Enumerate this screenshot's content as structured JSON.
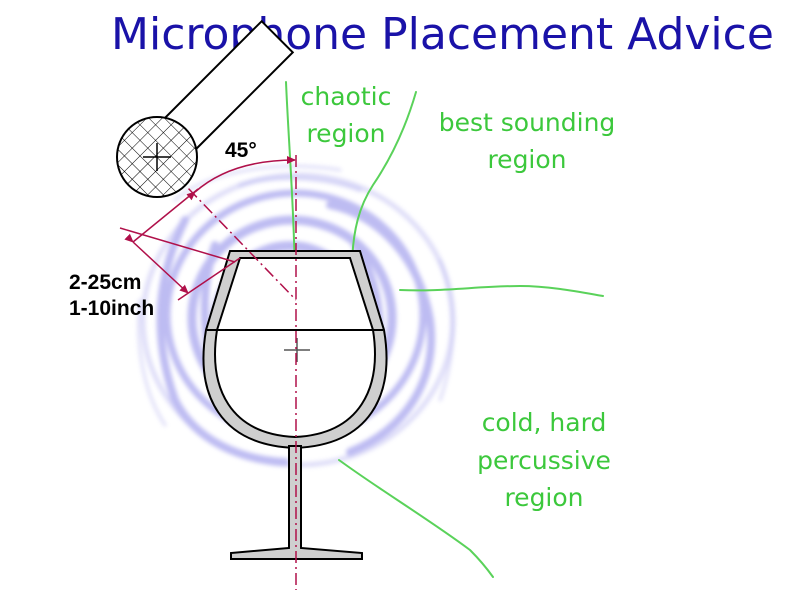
{
  "title": "Microphone Placement Advice",
  "regions": {
    "chaotic": [
      "chaotic",
      "region"
    ],
    "best": [
      "best sounding",
      "region"
    ],
    "cold": [
      "cold, hard",
      "percussive",
      "region"
    ]
  },
  "angle_label": "45°",
  "distance": {
    "cm": "2-25cm",
    "inch": "1-10inch"
  },
  "colors": {
    "title": "#1a12a8",
    "region_text": "#3cc83c",
    "region_line": "#5ad25a",
    "dimension": "#b0104a",
    "wave": "#a8a6ee",
    "glass_fill": "#cfcfcf",
    "outline": "#000000"
  }
}
